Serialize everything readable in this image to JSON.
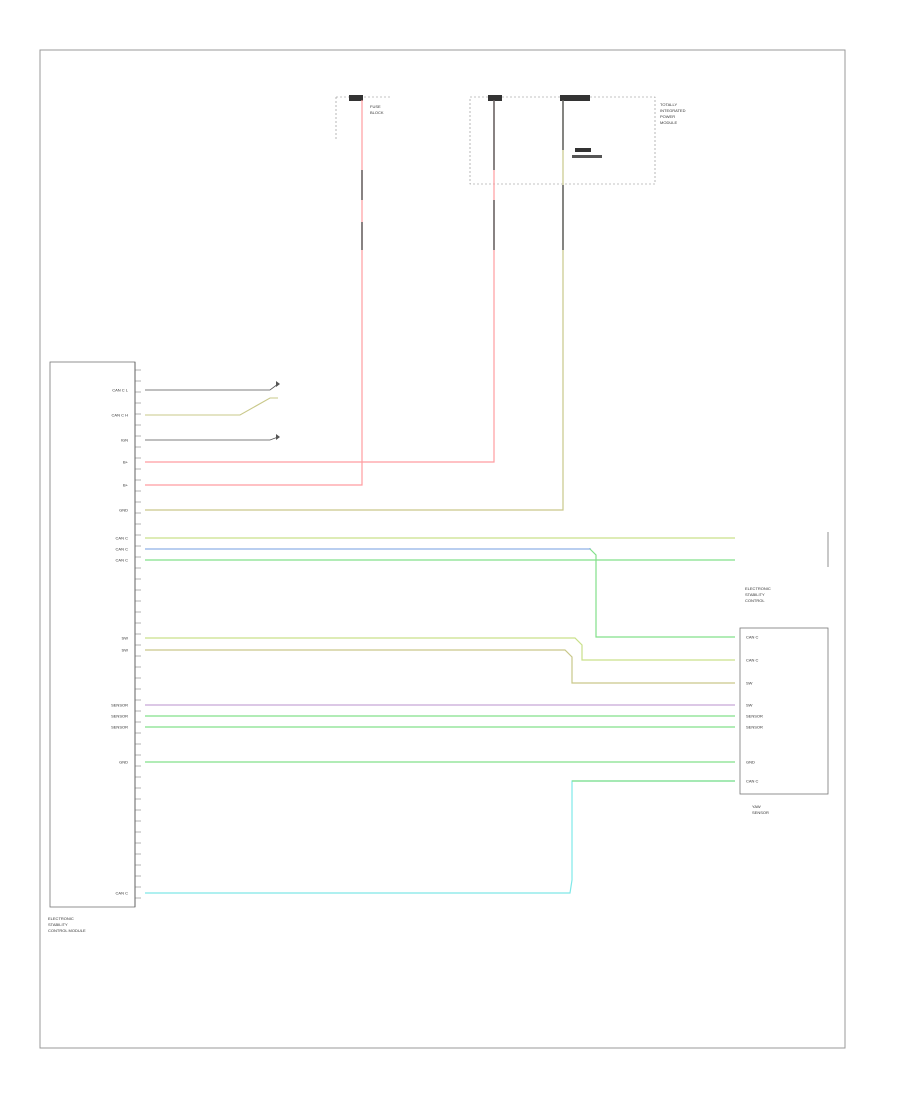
{
  "diagram": {
    "footer_code": "",
    "left_module_label": [
      "ELECTRONIC",
      "STABILITY",
      "CONTROL MODULE"
    ],
    "right_module_label": [
      "YAW",
      "SENSOR"
    ],
    "right_header_label": [
      "ELECTRONIC",
      "STABILITY",
      "CONTROL"
    ],
    "top_left_fuse_label": [
      "FUSE",
      "BLOCK"
    ],
    "top_right_fuse_label": [
      "TOTALLY",
      "INTEGRATED",
      "POWER",
      "MODULE"
    ],
    "left_pins": [
      "CAN C L",
      "CAN C H",
      "IGN",
      "B+",
      "B+",
      "GND",
      "CAN C",
      "CAN C",
      "CAN C",
      "SW",
      "SW",
      "SENSOR",
      "SENSOR",
      "SENSOR",
      "GND",
      "CAN C"
    ],
    "right_pins": [
      "CAN C",
      "CAN C",
      "SW",
      "SW",
      "SENSOR",
      "SENSOR",
      "GND",
      "CAN C"
    ],
    "wire_labels": [
      "",
      "",
      "",
      "",
      "",
      "",
      "",
      "",
      "",
      "",
      "",
      "",
      "",
      "",
      ""
    ],
    "colors": {
      "red": "#ff9ca0",
      "olive": "#c9c88a",
      "yellow_green": "#c9e08a",
      "blue": "#8fb0e6",
      "green": "#82e08a",
      "purple": "#c8a8d8",
      "cyan": "#7fe8e8",
      "dark": "#555555"
    }
  }
}
